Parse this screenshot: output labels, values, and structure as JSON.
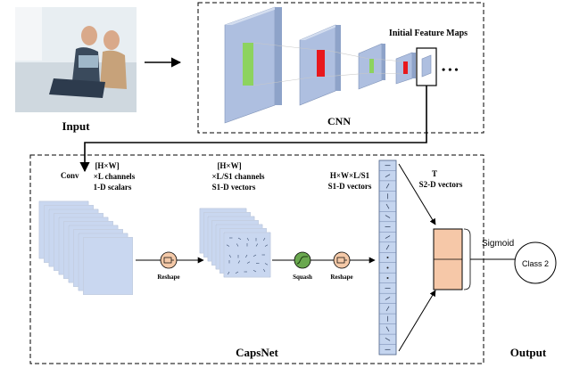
{
  "input": {
    "label": "Input",
    "photo_colors": {
      "wall": "#e8eef2",
      "sofa": "#cfd8df",
      "person_left": "#3a4a5c",
      "person_right": "#c7a27a",
      "skin": "#d9a98a",
      "laptop": "#9fb7c9"
    }
  },
  "cnn": {
    "title": "CNN",
    "initial_feature_maps_label": "Initial Feature Maps",
    "ellipsis": "• • •",
    "block_color": "#aebfe0",
    "green_color": "#8dd35f",
    "red_color": "#e8181c"
  },
  "capsnet": {
    "title": "CapsNet",
    "conv_label": "Conv",
    "stage1": {
      "line1": "[H×W]",
      "line2": "×L channels",
      "line3": "1-D scalars"
    },
    "stage2": {
      "line1": "[H×W]",
      "line2": "×L/S1 channels",
      "line3": "S1-D vectors"
    },
    "stage3": {
      "line1": "H×W×L/S1",
      "line2": "S1-D vectors"
    },
    "stage4": {
      "line1": "T",
      "line2": "S2-D vectors"
    },
    "reshape_label_1": "Reshape",
    "squash_label": "Squash",
    "reshape_label_2": "Reshape",
    "reshape_node_color": "#f4c9a8",
    "squash_node_color": "#6aa84f",
    "stack_color": "#c9d7f0",
    "column_color": "#c5d5ef",
    "output_box_color": "#f6c8a8"
  },
  "output": {
    "label": "Output",
    "sigmoid_label": "Sigmoid",
    "class_label": "Class 2"
  }
}
